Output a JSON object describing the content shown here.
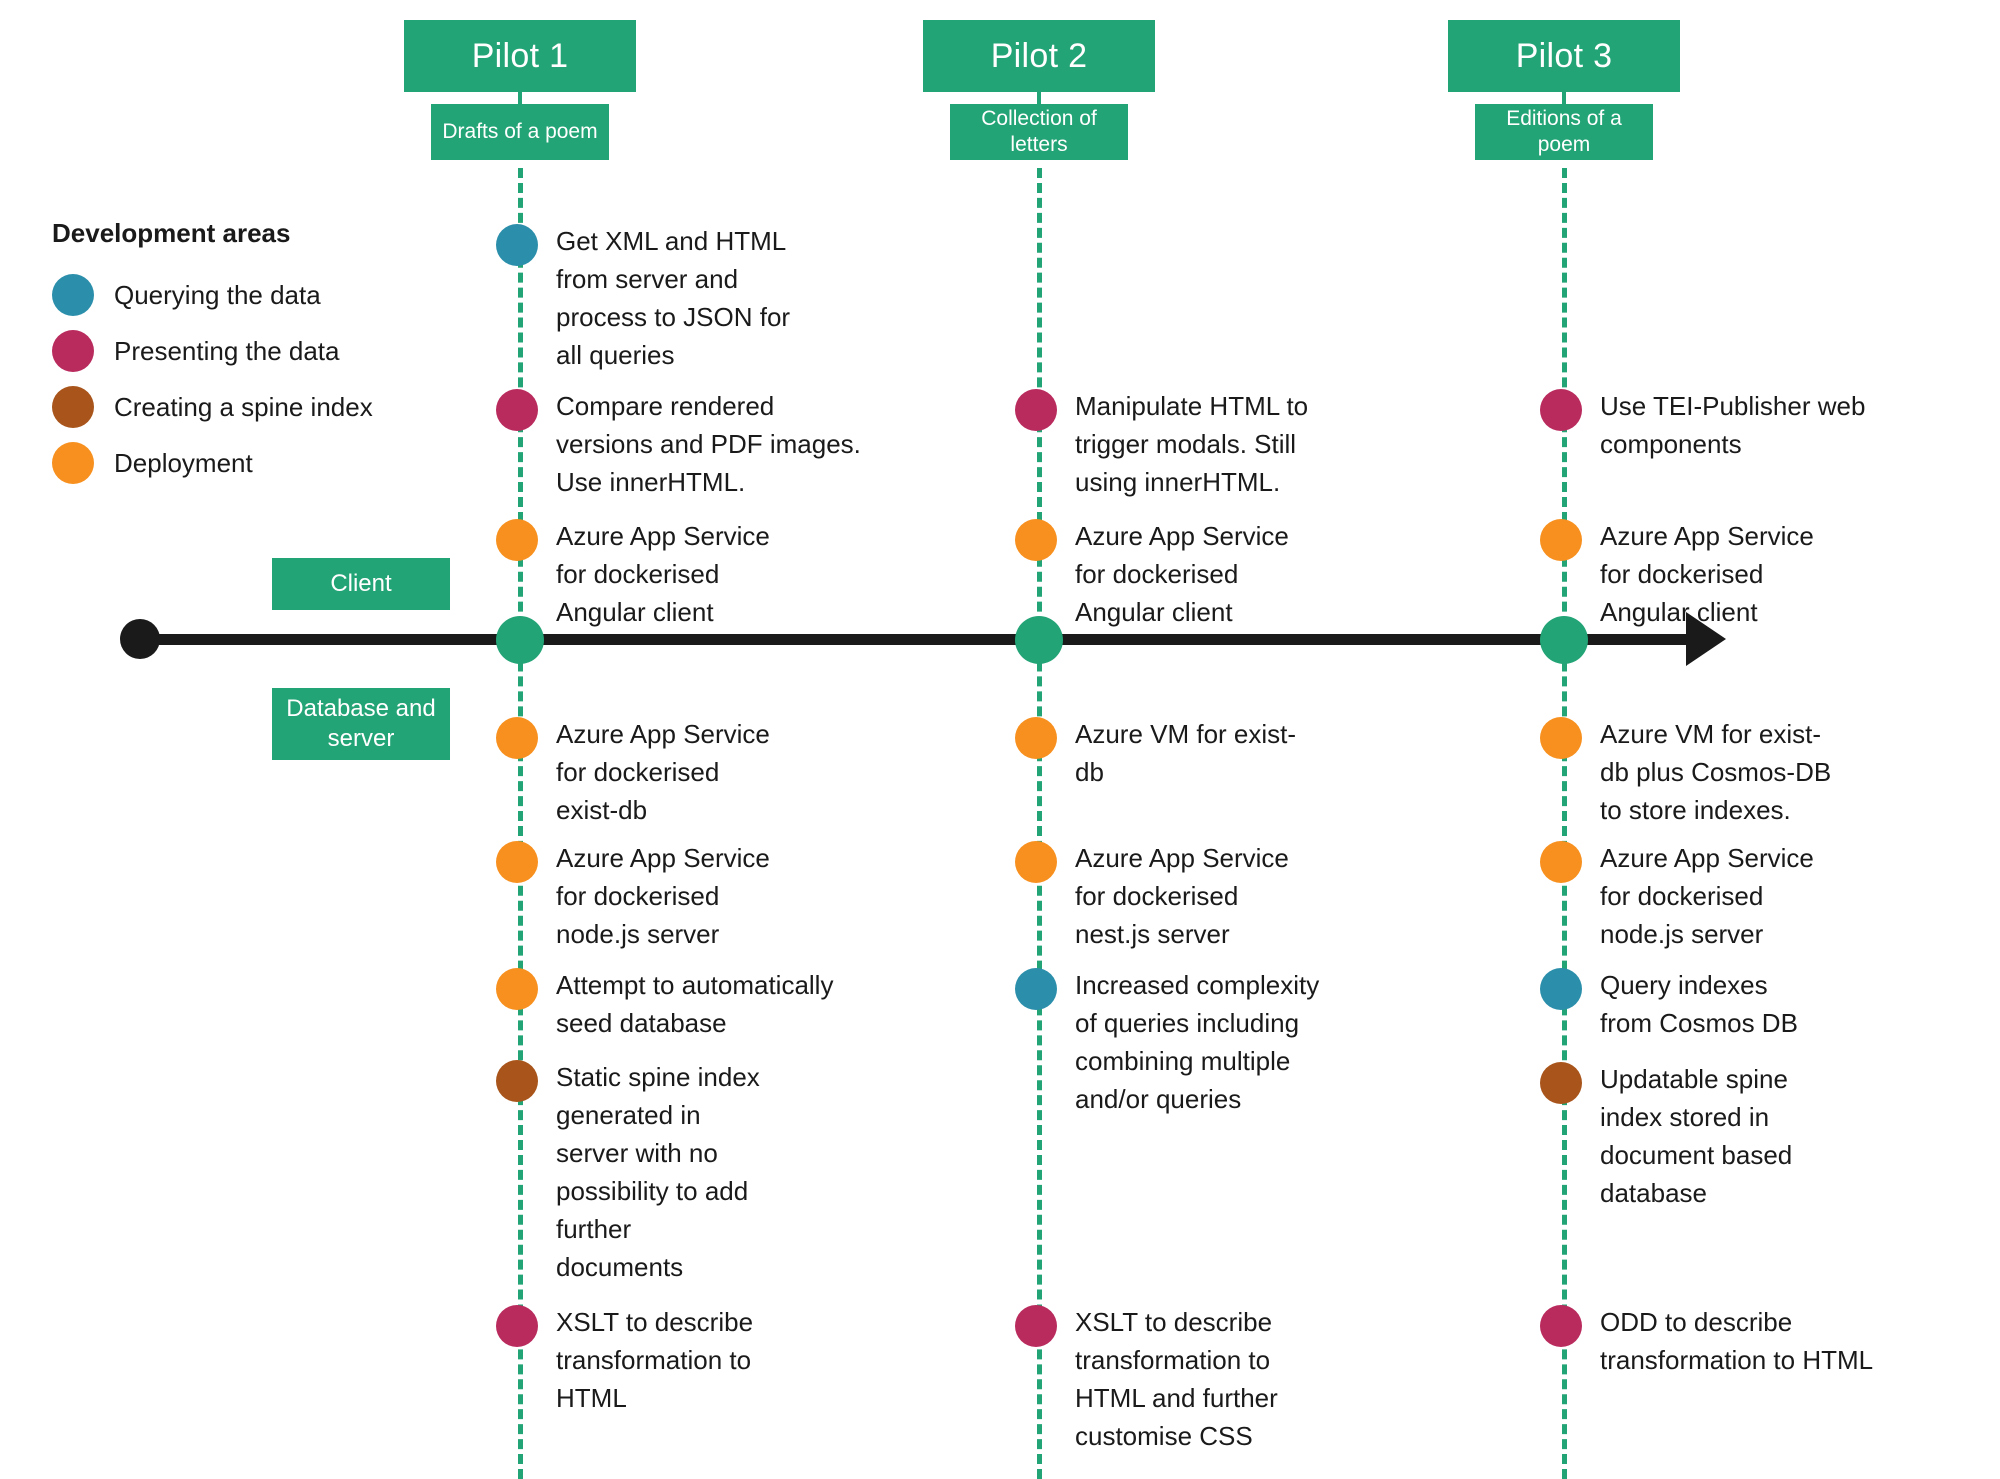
{
  "colors": {
    "green": "#23a476",
    "querying": "#2b8fab",
    "presenting": "#b92a5d",
    "spine_index": "#a8541a",
    "deployment": "#f7901e",
    "axis": "#1a1a1a"
  },
  "legend": {
    "title": "Development areas",
    "items": [
      {
        "label": "Querying the data",
        "color": "#2b8fab",
        "key": "querying"
      },
      {
        "label": "Presenting the data",
        "color": "#b92a5d",
        "key": "presenting"
      },
      {
        "label": "Creating a spine index",
        "color": "#a8541a",
        "key": "spine_index"
      },
      {
        "label": "Deployment",
        "color": "#f7901e",
        "key": "deployment"
      }
    ]
  },
  "side_labels": {
    "client": "Client",
    "database": "Database\nand server"
  },
  "pilots": [
    {
      "title": "Pilot 1",
      "subtitle": "Drafts of a\npoem",
      "above": [
        {
          "color": "#2b8fab",
          "key": "querying",
          "text": "Get XML and HTML\nfrom server and\nprocess to JSON for\nall queries"
        },
        {
          "color": "#b92a5d",
          "key": "presenting",
          "text": "Compare rendered\nversions and PDF images.\nUse innerHTML."
        },
        {
          "color": "#f7901e",
          "key": "deployment",
          "text": "Azure App Service\nfor dockerised\nAngular client"
        }
      ],
      "below": [
        {
          "color": "#f7901e",
          "key": "deployment",
          "text": "Azure App Service\nfor dockerised\nexist-db"
        },
        {
          "color": "#f7901e",
          "key": "deployment",
          "text": "Azure App Service\nfor dockerised\nnode.js server"
        },
        {
          "color": "#f7901e",
          "key": "deployment",
          "text": "Attempt to automatically\nseed database"
        },
        {
          "color": "#a8541a",
          "key": "spine_index",
          "text": "Static spine index\ngenerated in\nserver with no\npossibility to add\nfurther\ndocuments"
        },
        {
          "color": "#b92a5d",
          "key": "presenting",
          "text": "XSLT to describe\ntransformation to\nHTML"
        }
      ]
    },
    {
      "title": "Pilot 2",
      "subtitle": "Collection of\nletters",
      "above": [
        {
          "color": "#b92a5d",
          "key": "presenting",
          "text": "Manipulate HTML to\ntrigger modals. Still\nusing innerHTML."
        },
        {
          "color": "#f7901e",
          "key": "deployment",
          "text": "Azure App Service\nfor dockerised\nAngular client"
        }
      ],
      "below": [
        {
          "color": "#f7901e",
          "key": "deployment",
          "text": "Azure VM for exist-\ndb"
        },
        {
          "color": "#f7901e",
          "key": "deployment",
          "text": "Azure App Service\nfor dockerised\nnest.js server"
        },
        {
          "color": "#2b8fab",
          "key": "querying",
          "text": "Increased complexity\nof queries including\ncombining multiple\nand/or queries"
        },
        {
          "color": "#b92a5d",
          "key": "presenting",
          "text": "XSLT to describe\ntransformation to\nHTML and further\ncustomise CSS"
        }
      ]
    },
    {
      "title": "Pilot 3",
      "subtitle": "Editions of a\npoem",
      "above": [
        {
          "color": "#b92a5d",
          "key": "presenting",
          "text": "Use TEI-Publisher web\ncomponents"
        },
        {
          "color": "#f7901e",
          "key": "deployment",
          "text": "Azure App Service\nfor dockerised\nAngular client"
        }
      ],
      "below": [
        {
          "color": "#f7901e",
          "key": "deployment",
          "text": "Azure VM for exist-\ndb plus Cosmos-DB\nto store indexes."
        },
        {
          "color": "#f7901e",
          "key": "deployment",
          "text": "Azure App Service\nfor dockerised\nnode.js server"
        },
        {
          "color": "#2b8fab",
          "key": "querying",
          "text": "Query indexes\nfrom Cosmos DB"
        },
        {
          "color": "#a8541a",
          "key": "spine_index",
          "text": "Updatable spine\nindex stored in\ndocument based\ndatabase"
        },
        {
          "color": "#b92a5d",
          "key": "presenting",
          "text": "ODD to describe\ntransformation to HTML"
        }
      ]
    }
  ],
  "layout": {
    "column_x": [
      398,
      903,
      1408
    ],
    "above_y": [
      218,
      383,
      510
    ],
    "below_y": [
      710,
      835,
      975,
      1055,
      1300
    ],
    "pilot2_above_y": [
      383,
      510
    ],
    "pilot2_below_y": [
      710,
      835,
      975,
      1300
    ],
    "pilot3_below_y": [
      710,
      835,
      975,
      1055,
      1300
    ]
  }
}
